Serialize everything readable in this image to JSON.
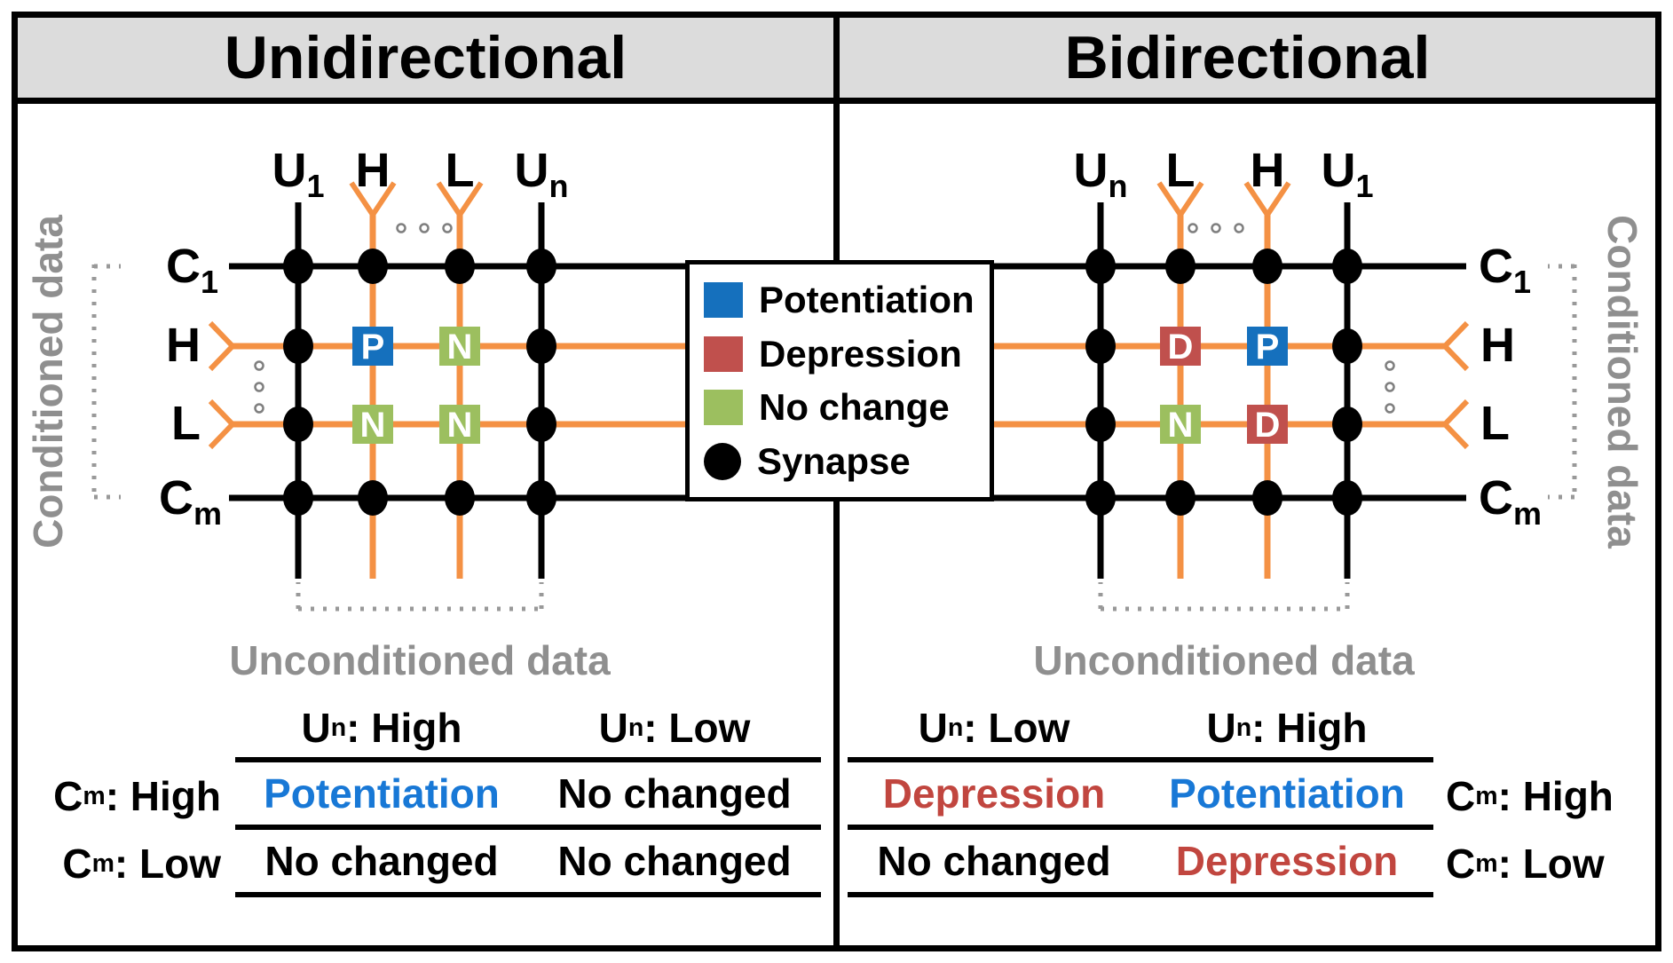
{
  "colors": {
    "potentiation": "#1570BD",
    "depression": "#C0504D",
    "nochange": "#9CBF5F",
    "orange_line": "#F49144",
    "black_line": "#000000",
    "gray_label": "#8F8F8F",
    "header_bg": "#DCDCDC",
    "table_blue_text": "#1878D6",
    "table_red_text": "#C1463F"
  },
  "legend": {
    "items": [
      {
        "label": "Potentiation",
        "state": "potentiation"
      },
      {
        "label": "Depression",
        "state": "depression"
      },
      {
        "label": "No change",
        "state": "nochange"
      },
      {
        "label": "Synapse",
        "state": "synapse"
      }
    ]
  },
  "panels": {
    "left": {
      "title": "Unidirectional",
      "grid": {
        "col_labels": [
          {
            "base": "U",
            "sub": "1"
          },
          {
            "base": "H",
            "sub": ""
          },
          {
            "base": "L",
            "sub": ""
          },
          {
            "base": "U",
            "sub": "n"
          }
        ],
        "row_labels": [
          {
            "base": "C",
            "sub": "1"
          },
          {
            "base": "H",
            "sub": ""
          },
          {
            "base": "L",
            "sub": ""
          },
          {
            "base": "C",
            "sub": "m"
          }
        ],
        "cells": [
          {
            "row": "H",
            "col": "H",
            "letter": "P",
            "state": "potentiation"
          },
          {
            "row": "H",
            "col": "L",
            "letter": "N",
            "state": "nochange"
          },
          {
            "row": "L",
            "col": "H",
            "letter": "N",
            "state": "nochange"
          },
          {
            "row": "L",
            "col": "L",
            "letter": "N",
            "state": "nochange"
          }
        ],
        "conditioned_label": "Conditioned data",
        "unconditioned_label": "Unconditioned data"
      },
      "table": {
        "col_headers": [
          {
            "base": "U",
            "sub": "n",
            "rest": ": High"
          },
          {
            "base": "U",
            "sub": "n",
            "rest": ": Low"
          }
        ],
        "row_labels": [
          {
            "base": "C",
            "sub": "m",
            "rest": ": High"
          },
          {
            "base": "C",
            "sub": "m",
            "rest": ": Low"
          }
        ],
        "rows": [
          [
            {
              "text": "Potentiation",
              "state": "potentiation"
            },
            {
              "text": "No changed",
              "state": "nochange"
            }
          ],
          [
            {
              "text": "No changed",
              "state": "nochange"
            },
            {
              "text": "No changed",
              "state": "nochange"
            }
          ]
        ]
      }
    },
    "right": {
      "title": "Bidirectional",
      "grid": {
        "col_labels": [
          {
            "base": "U",
            "sub": "n"
          },
          {
            "base": "L",
            "sub": ""
          },
          {
            "base": "H",
            "sub": ""
          },
          {
            "base": "U",
            "sub": "1"
          }
        ],
        "row_labels": [
          {
            "base": "C",
            "sub": "1"
          },
          {
            "base": "H",
            "sub": ""
          },
          {
            "base": "L",
            "sub": ""
          },
          {
            "base": "C",
            "sub": "m"
          }
        ],
        "cells": [
          {
            "row": "H",
            "col": "L",
            "letter": "D",
            "state": "depression"
          },
          {
            "row": "H",
            "col": "H",
            "letter": "P",
            "state": "potentiation"
          },
          {
            "row": "L",
            "col": "L",
            "letter": "N",
            "state": "nochange"
          },
          {
            "row": "L",
            "col": "H",
            "letter": "D",
            "state": "depression"
          }
        ],
        "conditioned_label": "Conditioned data",
        "unconditioned_label": "Unconditioned data"
      },
      "table": {
        "col_headers": [
          {
            "base": "U",
            "sub": "n",
            "rest": ": Low"
          },
          {
            "base": "U",
            "sub": "n",
            "rest": ": High"
          }
        ],
        "row_labels": [
          {
            "base": "C",
            "sub": "m",
            "rest": ": High"
          },
          {
            "base": "C",
            "sub": "m",
            "rest": ": Low"
          }
        ],
        "rows": [
          [
            {
              "text": "Depression",
              "state": "depression"
            },
            {
              "text": "Potentiation",
              "state": "potentiation"
            }
          ],
          [
            {
              "text": "No changed",
              "state": "nochange"
            },
            {
              "text": "Depression",
              "state": "depression"
            }
          ]
        ]
      }
    }
  }
}
